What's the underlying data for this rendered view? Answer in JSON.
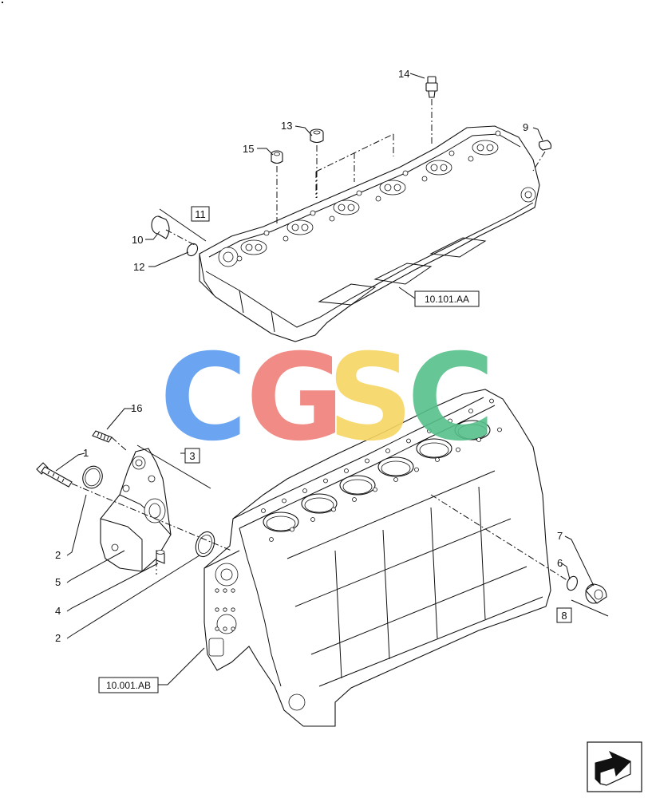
{
  "callouts": {
    "c1": "1",
    "c2a": "2",
    "c2b": "2",
    "c3": "3",
    "c4": "4",
    "c5": "5",
    "c6": "6",
    "c7": "7",
    "c8": "8",
    "c9": "9",
    "c10": "10",
    "c11": "11",
    "c12": "12",
    "c13": "13",
    "c14": "14",
    "c15": "15",
    "c16": "16"
  },
  "references": {
    "cylinder_head": "10.101.AA",
    "engine_block": "10.001.AB"
  },
  "watermark": {
    "letters": [
      "C",
      "G",
      "S",
      "C"
    ],
    "colors": [
      "#5b9cf0",
      "#f07f7a",
      "#f7d563",
      "#57c08b"
    ]
  },
  "nav_icon": "next-page-arrow-icon"
}
